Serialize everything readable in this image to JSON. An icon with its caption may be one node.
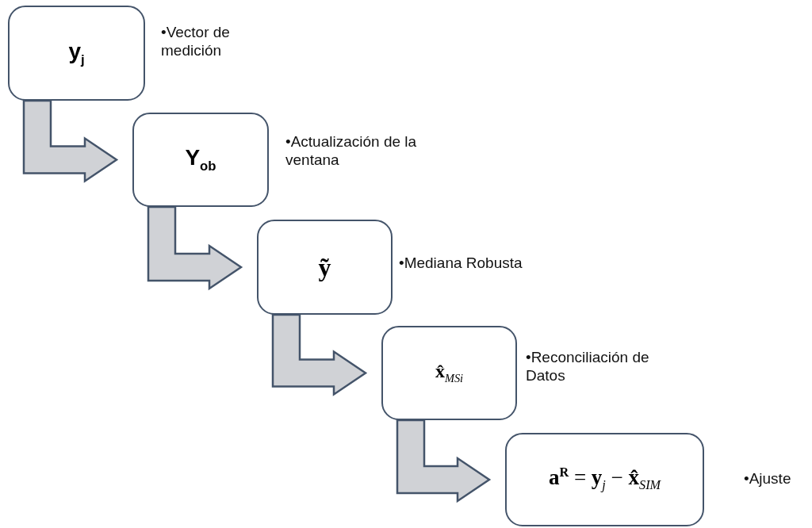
{
  "diagram": {
    "nodes": [
      {
        "text": [
          "y$_{j}$"
        ],
        "beside": [
          "•Vector de medición"
        ]
      },
      {
        "text": [
          "Y$_{ob}$"
        ],
        "beside": [
          "•Actualización de la ventana"
        ]
      },
      {
        "text": [
          "ỹ"
        ],
        "beside": [
          "•Mediana Robusta"
        ]
      },
      {
        "text": [
          "**x̂**$_{MSi}$"
        ],
        "beside": [
          "•Reconciliación de Datos"
        ]
      },
      {
        "text": [
          "**a**$^{R}$ = **y**$_{j}$ − **x̂**$_{SIM}$"
        ],
        "beside": [
          "•Ajuste"
        ]
      }
    ],
    "edges": [
      {
        "from": 0,
        "to": 1,
        "arrow": "to"
      },
      {
        "from": 1,
        "to": 2,
        "arrow": "to"
      },
      {
        "from": 2,
        "to": 3,
        "arrow": "to"
      },
      {
        "from": 3,
        "to": 4,
        "arrow": "to"
      }
    ]
  }
}
